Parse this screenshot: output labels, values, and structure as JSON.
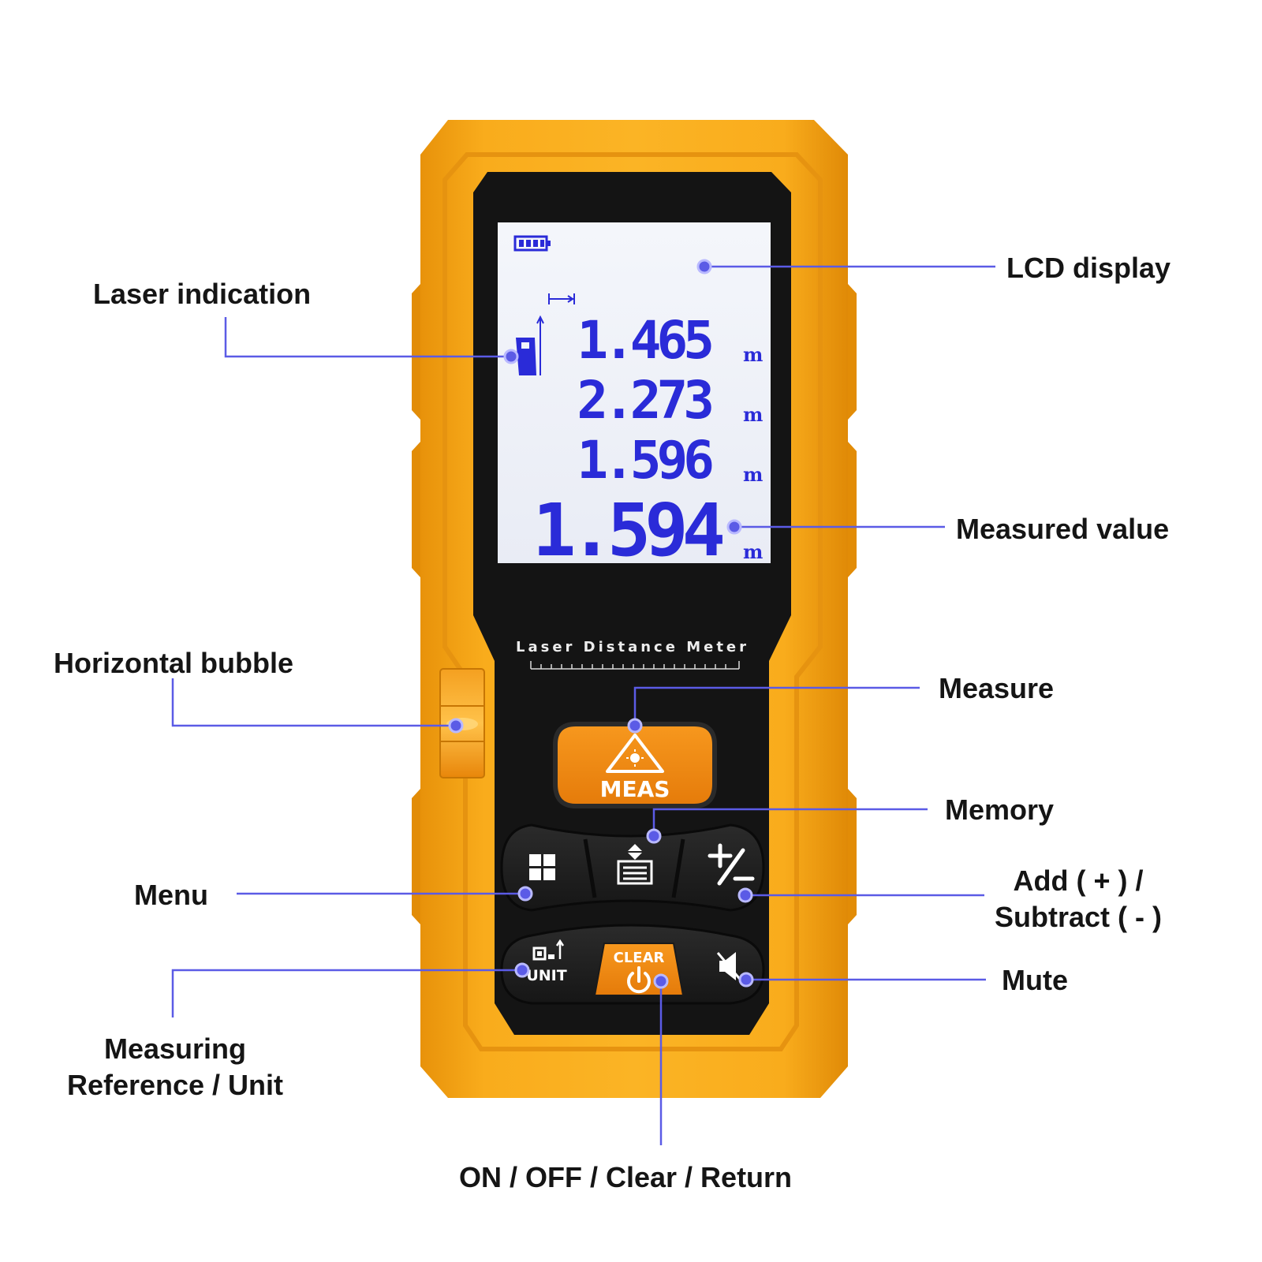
{
  "device": {
    "brand_text": "Laser Distance Meter",
    "lcd": {
      "readings": [
        "1.465",
        "2.273",
        "1.596"
      ],
      "measured_value": "1.594",
      "unit": "m"
    },
    "buttons": {
      "meas_label": "MEAS",
      "clear_label": "CLEAR",
      "unit_label": "UNIT"
    }
  },
  "callouts": {
    "laser_indication": "Laser indication",
    "lcd_display": "LCD display",
    "measured_value": "Measured value",
    "horizontal_bubble": "Horizontal bubble",
    "measure": "Measure",
    "memory": "Memory",
    "menu": "Menu",
    "add_subtract_line1": "Add ( + ) /",
    "add_subtract_line2": "Subtract ( - )",
    "mute": "Mute",
    "measuring_reference_line1": "Measuring",
    "measuring_reference_line2": "Reference / Unit",
    "power_clear": "ON / OFF / Clear / Return"
  },
  "colors": {
    "body_orange": "#F7A515",
    "body_orange_dark": "#D98A05",
    "panel_black": "#141414",
    "lcd_background": "#F2F4FA",
    "lcd_digits": "#2A2BD8",
    "button_orange": "#F08A12",
    "leader_line": "#5B5BE6"
  },
  "icons": [
    "battery-icon",
    "laser-ref-icon",
    "range-arrow-icon",
    "laser-warning-icon",
    "menu-grid-icon",
    "memory-icon",
    "plus-minus-icon",
    "unit-icon",
    "power-icon",
    "mute-icon"
  ]
}
